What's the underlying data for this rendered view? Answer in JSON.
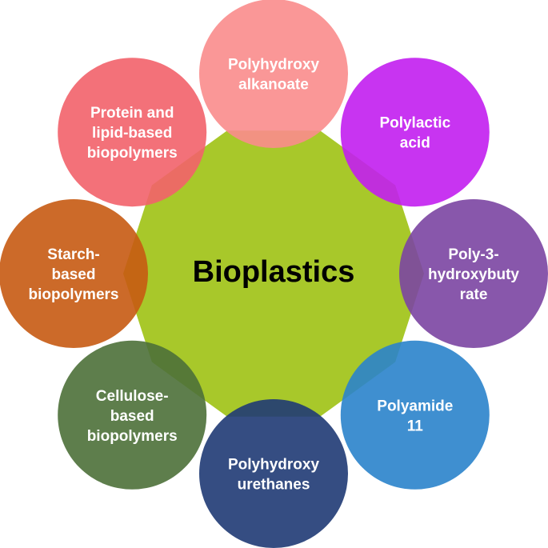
{
  "diagram": {
    "center": {
      "label": "Bioplastics",
      "color": "#a8c82a"
    },
    "nodes": [
      {
        "name": "node-polyhydroxy-alkanoate",
        "lines": [
          "Polyhydroxy",
          "alkanoate"
        ],
        "color": "#f98c8c"
      },
      {
        "name": "node-polylactic-acid",
        "lines": [
          "Polylactic",
          "acid"
        ],
        "color": "#c21ef0"
      },
      {
        "name": "node-poly-3-hydroxybutyrate",
        "lines": [
          "Poly-3-",
          "hydroxybuty",
          "rate"
        ],
        "color": "#7b45a2"
      },
      {
        "name": "node-polyamide-11",
        "lines": [
          "Polyamide",
          "11"
        ],
        "color": "#2a83cb"
      },
      {
        "name": "node-polyhydroxy-urethanes",
        "lines": [
          "Polyhydroxy",
          "urethanes"
        ],
        "color": "#1f3a74"
      },
      {
        "name": "node-cellulose-based-biopolymers",
        "lines": [
          "Cellulose-",
          "based",
          "biopolymers"
        ],
        "color": "#4c7038"
      },
      {
        "name": "node-starch-based-biopolymers",
        "lines": [
          "Starch-",
          "based",
          "biopolymers"
        ],
        "color": "#c75a12"
      },
      {
        "name": "node-protein-lipid-based-biopolymers",
        "lines": [
          "Protein and",
          "lipid-based",
          "biopolymers"
        ],
        "color": "#f2626a"
      }
    ]
  }
}
